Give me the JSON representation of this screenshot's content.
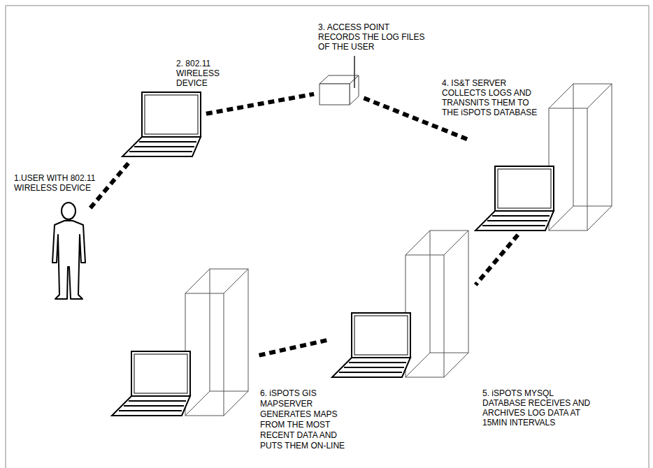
{
  "diagram": {
    "nodes": [
      {
        "text": [
          "1.USER WITH 802.11 WIRELESS DEVICE"
        ]
      },
      {
        "text": [
          "2. 802.11 WIRELESS DEVICE"
        ]
      },
      {
        "text": [
          "3. ACCESS POINT RECORDS THE LOG FILES OF THE USER"
        ]
      },
      {
        "text": [
          "4. IS&T SERVER COLLECTS LOGS AND TRANSNITS THEM TO THE iSPOTS DATABASE"
        ]
      },
      {
        "text": [
          "5. iSPOTS MYSQL DATABASE RECEIVES AND ARCHIVES LOG DATA AT 15MIN INTERVALS"
        ]
      },
      {
        "text": [
          "6. iSPOTS GIS MAPSERVER GENERATES MAPS FROM THE MOST RECENT DATA AND PUTS THEM ON-LINE"
        ]
      }
    ],
    "edges": [
      {
        "from": 0,
        "to": 1,
        "arrow": "none"
      },
      {
        "from": 1,
        "to": 2,
        "arrow": "none"
      },
      {
        "from": 2,
        "to": 3,
        "arrow": "none"
      },
      {
        "from": 3,
        "to": 4,
        "arrow": "none"
      },
      {
        "from": 4,
        "to": 5,
        "arrow": "none"
      }
    ]
  }
}
